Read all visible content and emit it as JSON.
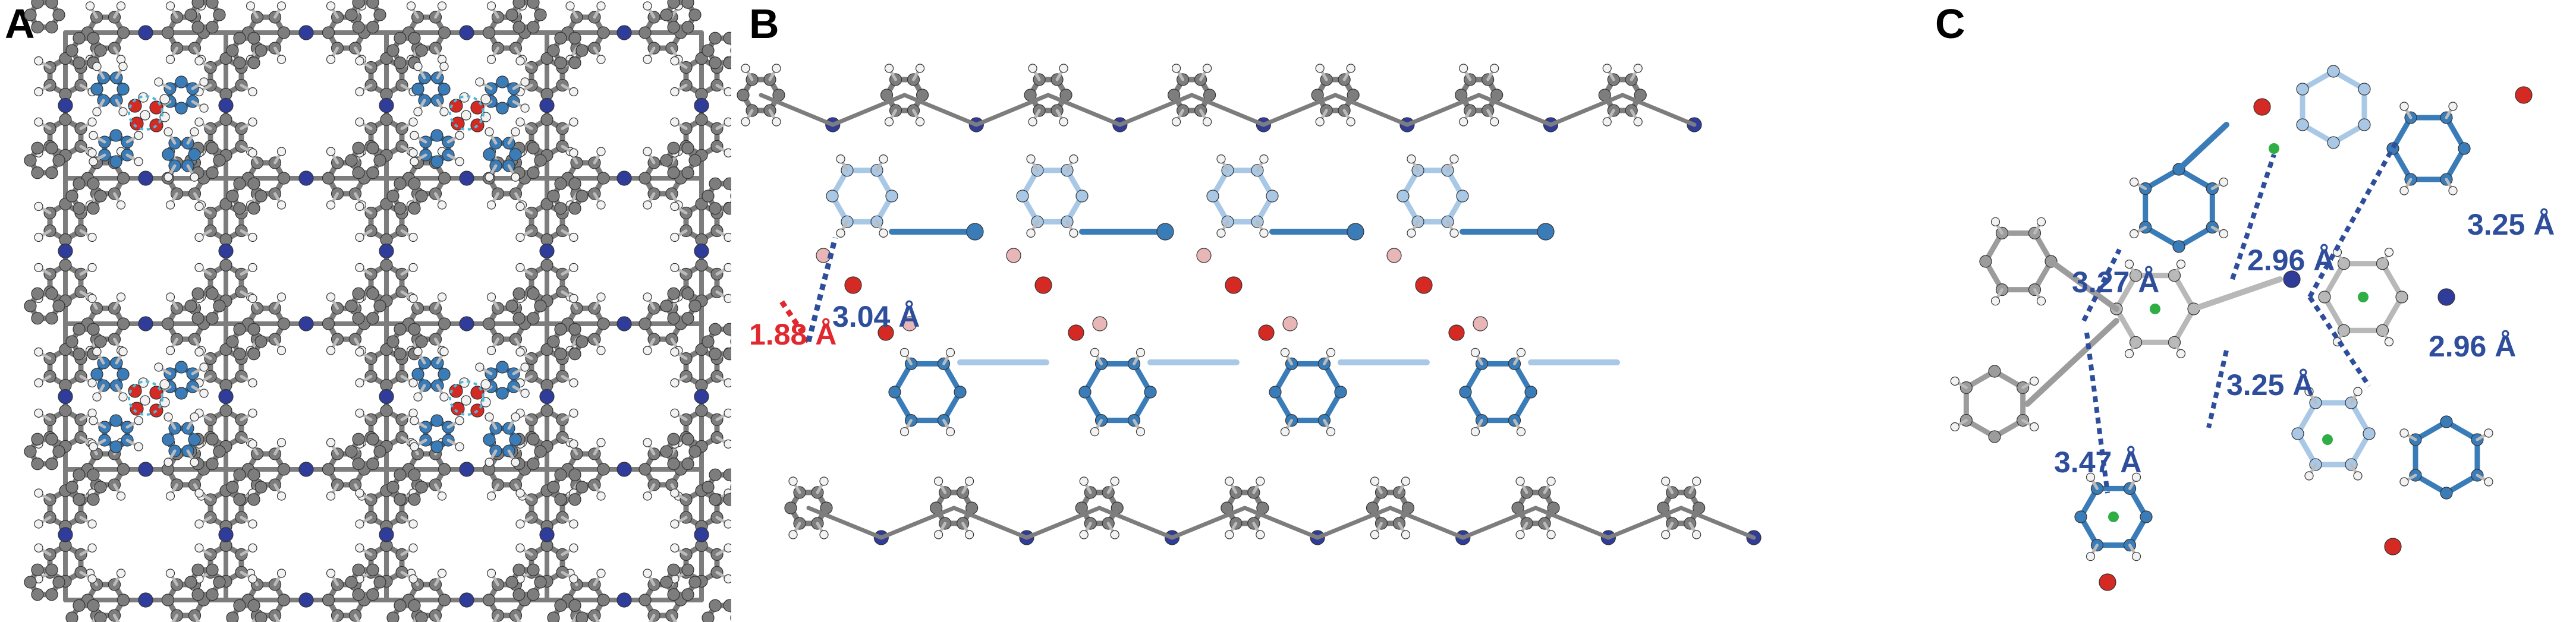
{
  "panels": {
    "a": {
      "letter": "A"
    },
    "b": {
      "letter": "B",
      "labels": [
        "1.88 Å",
        "3.04 Å"
      ]
    },
    "c": {
      "letter": "C",
      "labels": [
        "3.27 Å",
        "2.96 Å",
        "3.25 Å",
        "2.96 Å",
        "3.25 Å",
        "3.47 Å"
      ]
    }
  },
  "colors": {
    "framework_carbon": "#7d7d7d",
    "nitrogen": "#2f3c9a",
    "oxygen": "#d42a23",
    "hydrogen": "#f2f2f2",
    "guest_dark_blue": "#3a7cb8",
    "guest_light_blue": "#a9c8e6",
    "hbond_red": "#e0282e",
    "contact_blue": "#2e4e9c",
    "centroid_green": "#2fae45"
  }
}
